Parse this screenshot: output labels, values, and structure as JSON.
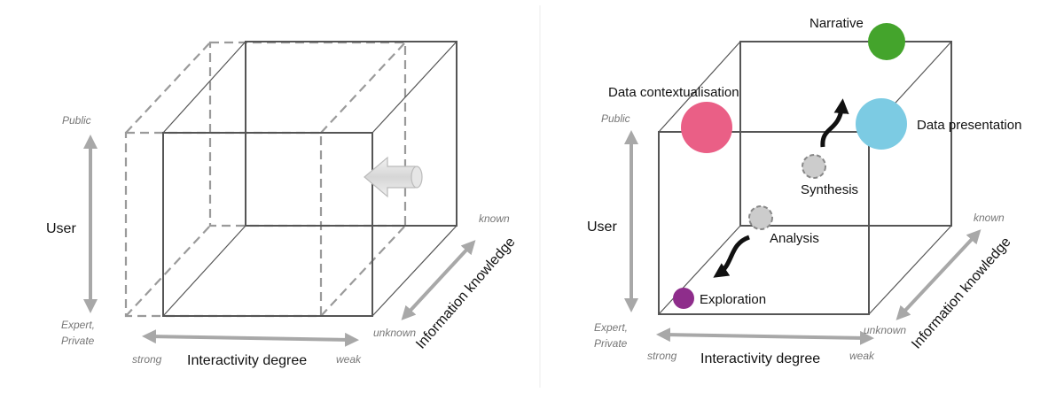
{
  "left_panel": {
    "y_axis": {
      "top": "Public",
      "bottom_line1": "Expert,",
      "bottom_line2": "Private",
      "label": "User"
    },
    "x_axis": {
      "left": "strong",
      "right": "weak",
      "label": "Interactivity degree"
    },
    "z_axis": {
      "top": "known",
      "bottom": "unknown",
      "label": "Information knowledge"
    }
  },
  "right_panel": {
    "y_axis": {
      "top": "Public",
      "bottom_line1": "Expert,",
      "bottom_line2": "Private",
      "label": "User"
    },
    "x_axis": {
      "left": "strong",
      "right": "weak",
      "label": "Interactivity degree"
    },
    "z_axis": {
      "top": "known",
      "bottom": "unknown",
      "label": "Information knowledge"
    },
    "nodes": [
      {
        "id": "narrative",
        "label": "Narrative",
        "color": "#44a42c"
      },
      {
        "id": "data-contextualisation",
        "label": "Data contextualisation",
        "color": "#ea5f86"
      },
      {
        "id": "data-presentation",
        "label": "Data presentation",
        "color": "#7ccbe3"
      },
      {
        "id": "synthesis",
        "label": "Synthesis",
        "color": "#cccccc"
      },
      {
        "id": "analysis",
        "label": "Analysis",
        "color": "#cccccc"
      },
      {
        "id": "exploration",
        "label": "Exploration",
        "color": "#8e2d8b"
      }
    ]
  }
}
